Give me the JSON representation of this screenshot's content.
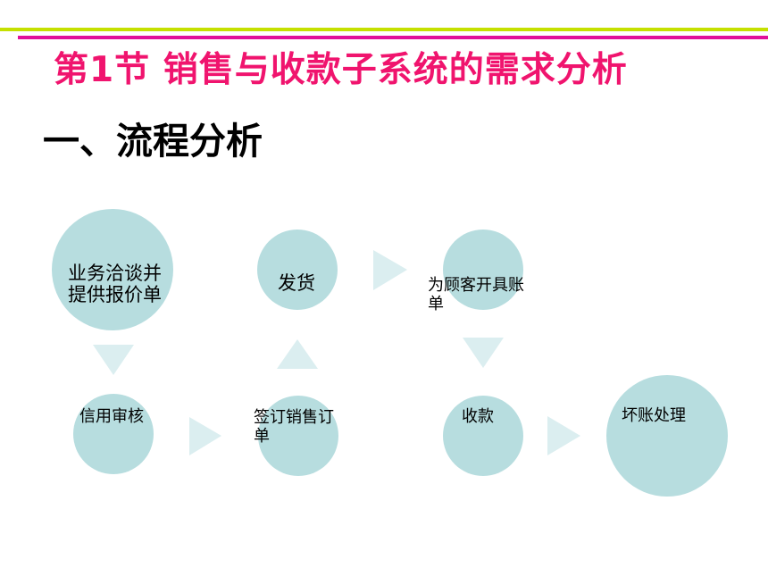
{
  "slide": {
    "title": "第1节 销售与收款子系统的需求分析",
    "heading": "一、流程分析"
  },
  "colors": {
    "title": "#f0146e",
    "rule_top": "#c5e000",
    "rule_bottom": "#e0109a",
    "node_fill": "#b7dddf",
    "arrow_fill": "#dbeef0"
  },
  "flow": {
    "steps": [
      {
        "id": "negotiate",
        "line1": "业务洽谈并",
        "line2": "提供报价单"
      },
      {
        "id": "credit",
        "line1": "信用审核",
        "line2": ""
      },
      {
        "id": "order",
        "line1": "签订销售订",
        "line2": "单"
      },
      {
        "id": "ship",
        "line1": "发货",
        "line2": ""
      },
      {
        "id": "invoice",
        "line1": "为顾客开具账",
        "line2": "单"
      },
      {
        "id": "collect",
        "line1": "收款",
        "line2": ""
      },
      {
        "id": "baddebt",
        "line1": "坏账处理",
        "line2": ""
      }
    ]
  }
}
